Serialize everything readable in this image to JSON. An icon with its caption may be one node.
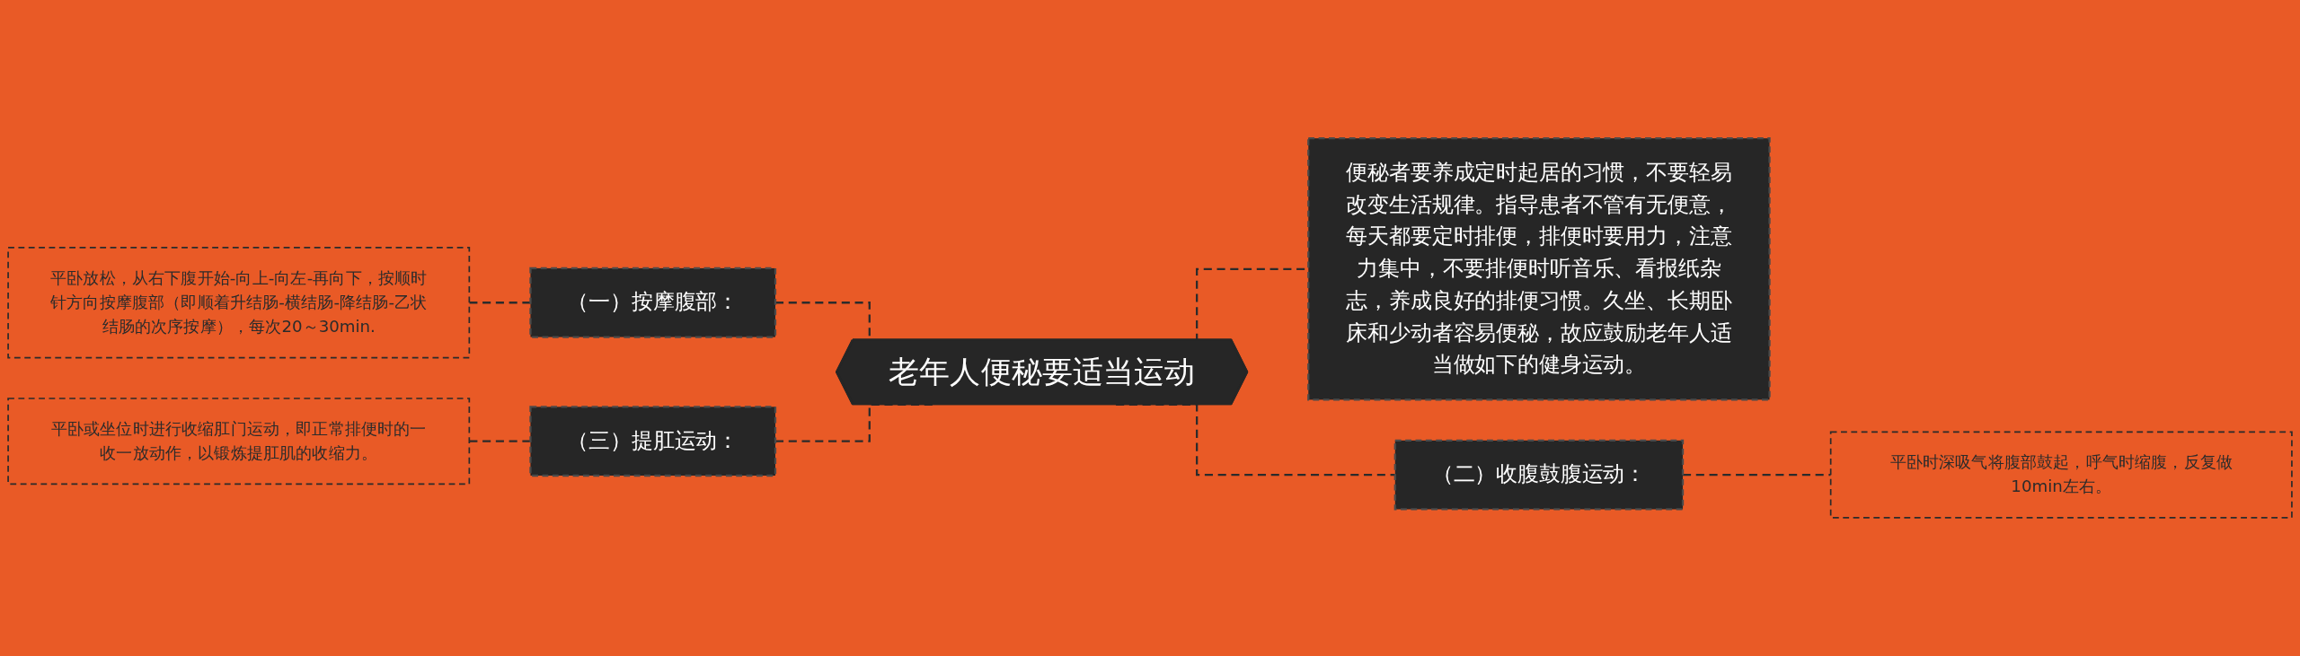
{
  "diagram": {
    "nodes": [
      {
        "text": [
          "老年人便秘要适当运动"
        ]
      },
      {
        "text": [
          "便秘者要养成定时起居的习惯，不要轻易改变生活规律。指导患者不管有无便意，每天都要定时排便，排便时要用力，注意力集中，不要排便时听音乐、看报纸杂志，养成良好的排便习惯。久坐、长期卧床和少动者容易便秘，故应鼓励老年人适当做如下的健身运动。"
        ]
      },
      {
        "text": [
          "（一）按摩腹部："
        ]
      },
      {
        "text": [
          "平卧放松，从右下腹开始-向上-向左-再向下，按顺时针方向按摩腹部（即顺着升结肠-横结肠-降结肠-乙状结肠的次序按摩），每次20～30min."
        ]
      },
      {
        "text": [
          "（二）收腹鼓腹运动："
        ]
      },
      {
        "text": [
          "平卧时深吸气将腹部鼓起，呼气时缩腹，反复做10min左右。"
        ]
      },
      {
        "text": [
          "（三）提肛运动："
        ]
      },
      {
        "text": [
          "平卧或坐位时进行收缩肛门运动，即正常排便时的一收一放动作，以锻炼提肛肌的收缩力。"
        ]
      }
    ],
    "edges": [
      {
        "from": 0,
        "to": 1,
        "arrow": "none",
        "style": "dashed"
      },
      {
        "from": 2,
        "to": 0,
        "arrow": "none",
        "style": "dashed"
      },
      {
        "from": 3,
        "to": 2,
        "arrow": "none",
        "style": "dashed"
      },
      {
        "from": 0,
        "to": 4,
        "arrow": "none",
        "style": "dashed"
      },
      {
        "from": 4,
        "to": 5,
        "arrow": "none",
        "style": "dashed"
      },
      {
        "from": 6,
        "to": 0,
        "arrow": "none",
        "style": "dashed"
      },
      {
        "from": 7,
        "to": 6,
        "arrow": "none",
        "style": "dashed"
      }
    ]
  }
}
